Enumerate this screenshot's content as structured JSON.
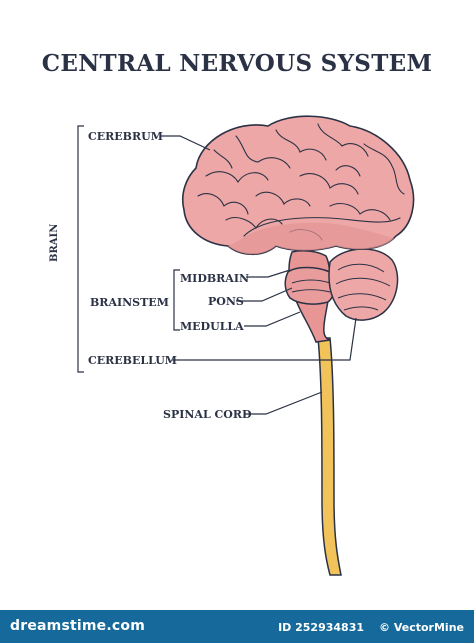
{
  "title": "CENTRAL NERVOUS SYSTEM",
  "labels": {
    "brain": "BRAIN",
    "cerebrum": "CEREBRUM",
    "brainstem": "BRAINSTEM",
    "midbrain": "MIDBRAIN",
    "pons": "PONS",
    "medulla": "MEDULLA",
    "cerebellum": "CEREBELLUM",
    "spinal_cord": "SPINAL CORD"
  },
  "footer": {
    "site": "dreamstime.com",
    "image_id": "ID 252934831",
    "copyright": "© VectorMine"
  },
  "colors": {
    "title": "#2b3245",
    "brain_fill": "#eea7a7",
    "brain_outline": "#2b3245",
    "spinal_cord": "#f1c35a",
    "footer_bg": "#16699b"
  }
}
